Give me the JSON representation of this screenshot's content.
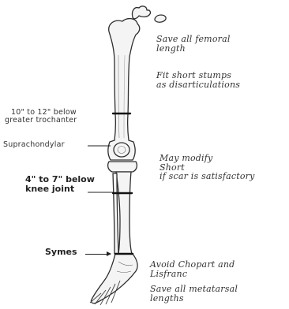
{
  "labels": {
    "femoral": [
      "Save all femoral",
      "length"
    ],
    "short_stumps": [
      "Fit short stumps",
      "as disarticulations"
    ],
    "below_greater_trochanter": [
      "10\" to 12\" below",
      "greater trochanter"
    ],
    "suprachondylar": "Suprachondylar",
    "may_modify": [
      "May modify",
      "Short",
      "if scar is satisfactory"
    ],
    "below_knee": [
      "4\" to 7\" below",
      "knee joint"
    ],
    "symes": "Symes",
    "chopart": [
      "Avoid Chopart and",
      "Lisfranc"
    ],
    "metatarsal": [
      "Save all metatarsal",
      "lengths"
    ]
  },
  "colors": {
    "bone_fill": "#f4f4f4",
    "bone_outline": "#2e2e2e",
    "amputation_line": "#111111",
    "text": "#333333"
  }
}
